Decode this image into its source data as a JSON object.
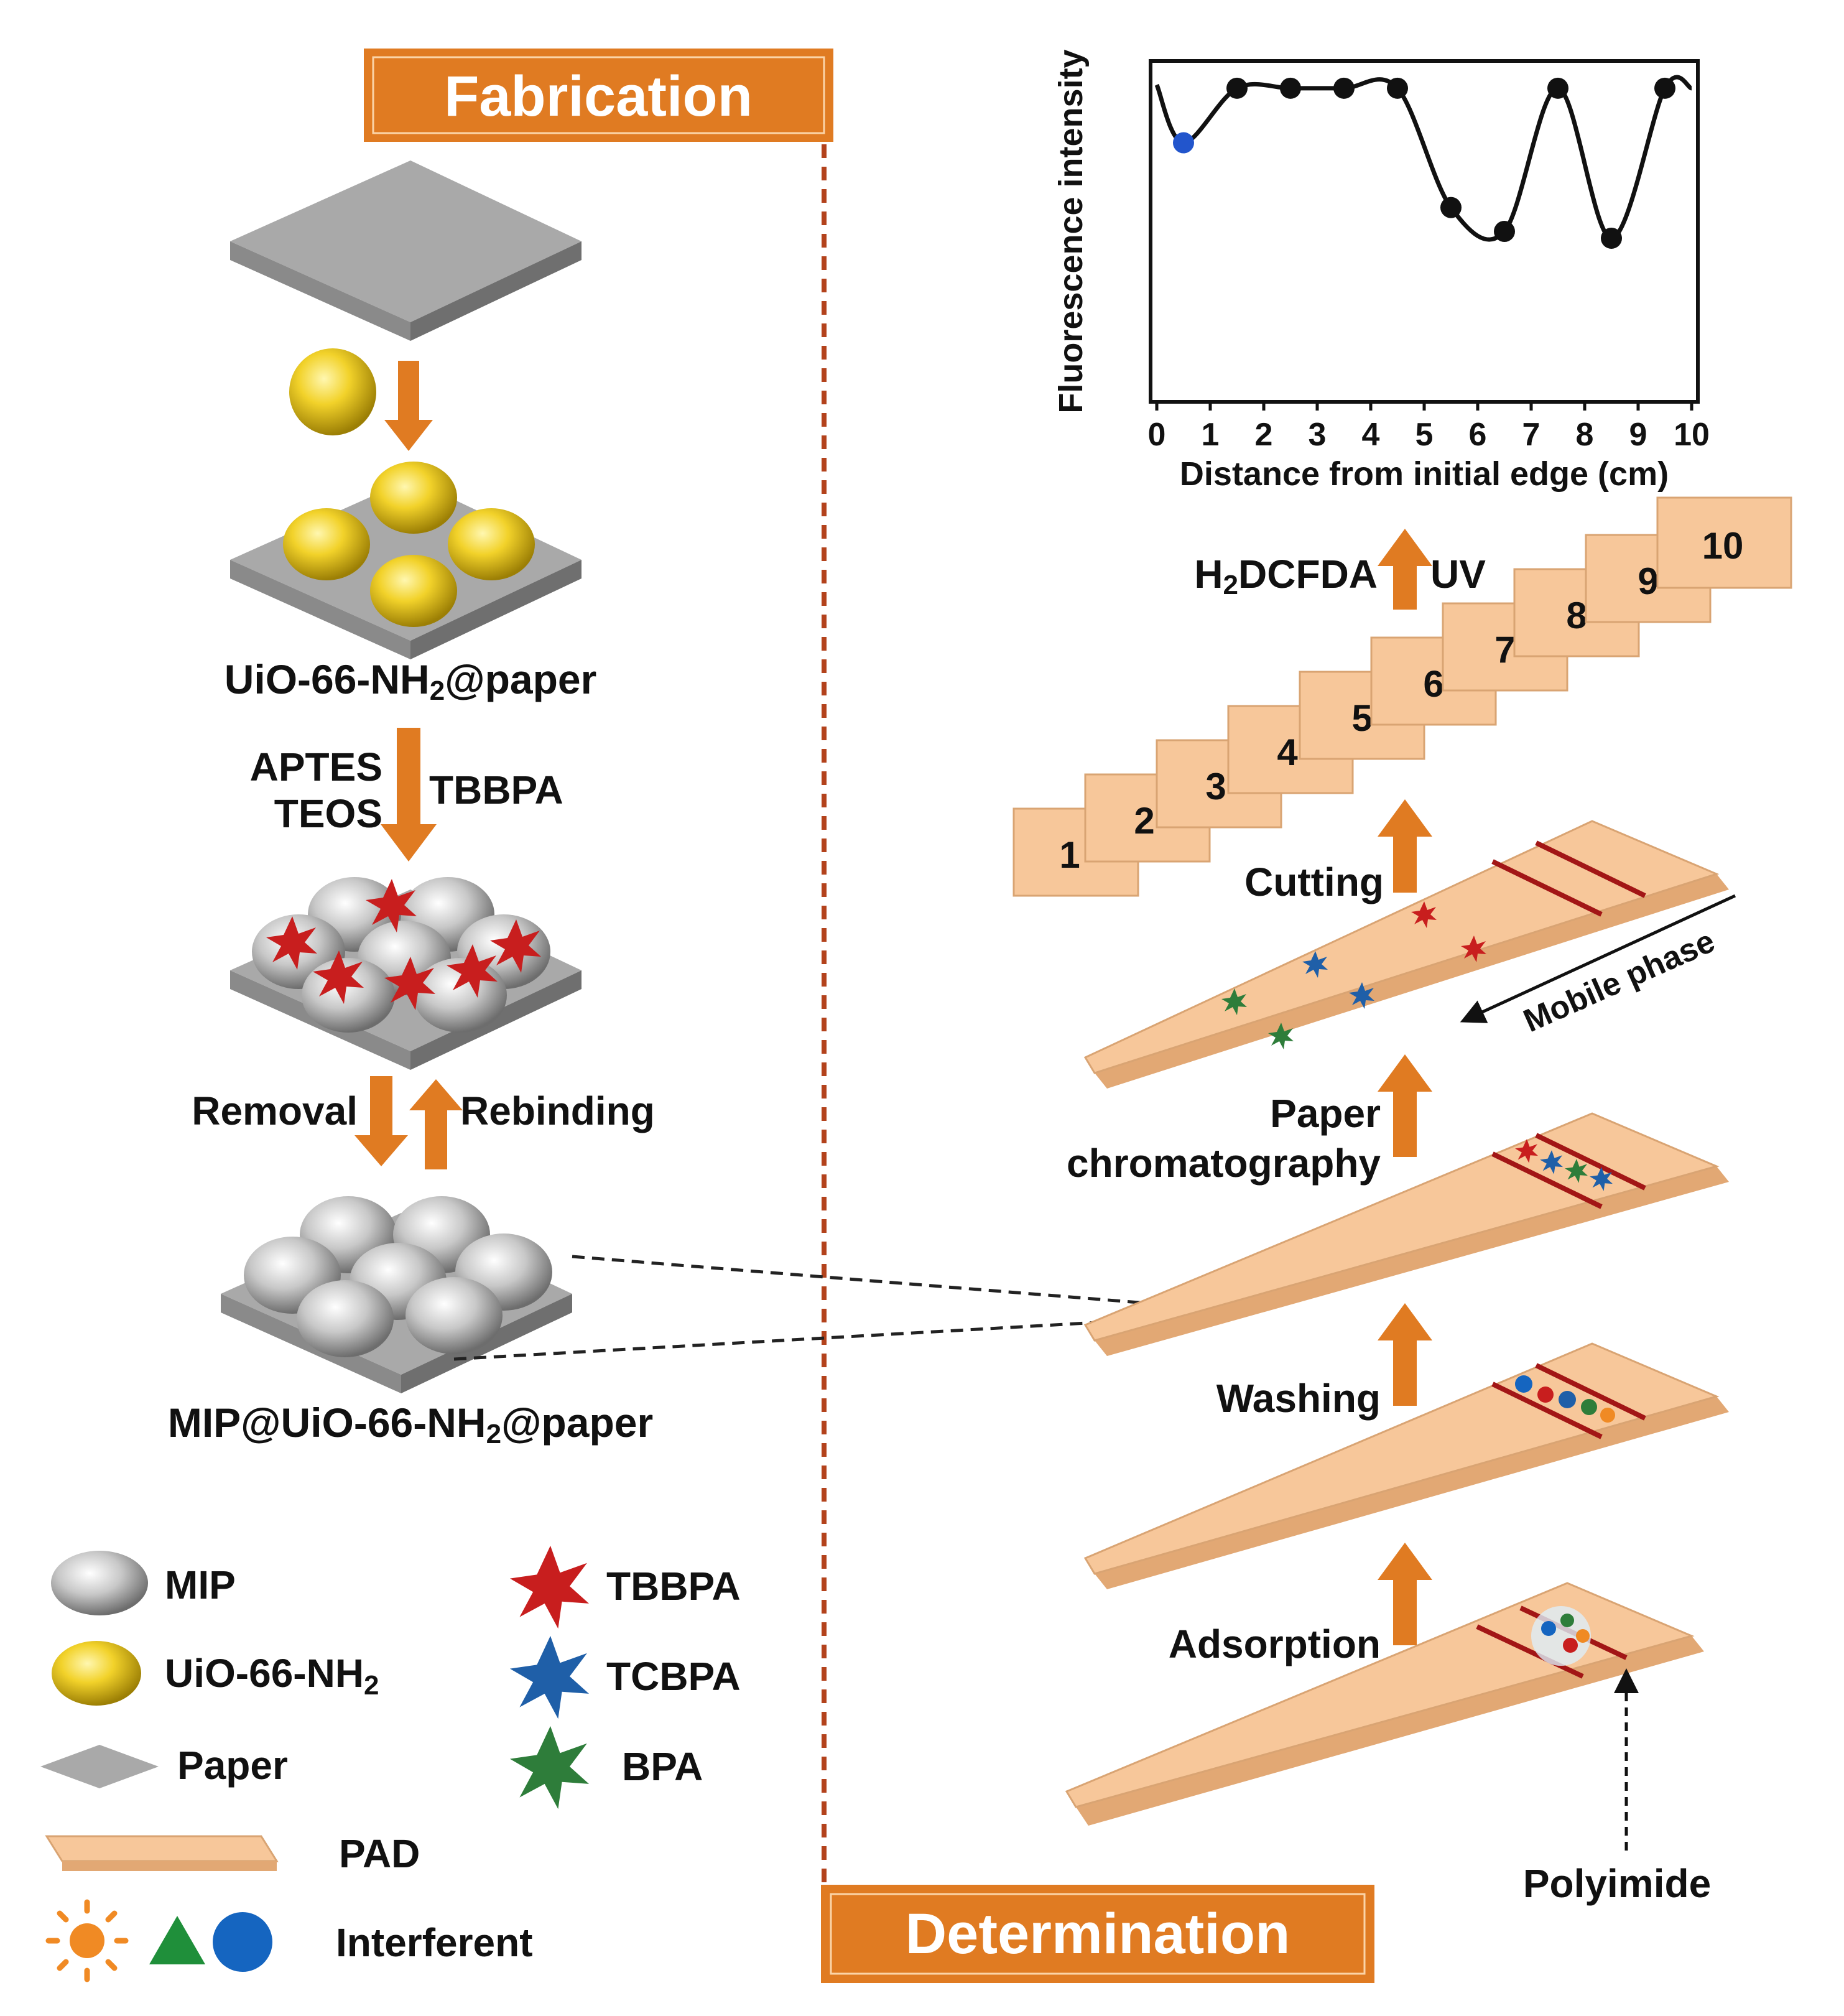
{
  "headers": {
    "fabrication": "Fabrication",
    "determination": "Determination"
  },
  "fabrication": {
    "uio_paper_label": "UiO-66-NH",
    "uio_paper_sub": "2",
    "uio_paper_tail": "@paper",
    "step_reagents_left_1": "APTES",
    "step_reagents_left_2": "TEOS",
    "step_reagent_right": "TBBPA",
    "removal": "Removal",
    "rebinding": "Rebinding",
    "mip_label": "MIP@UiO-66-NH",
    "mip_sub": "2",
    "mip_tail": "@paper"
  },
  "legend": {
    "mip": "MIP",
    "uio": "UiO-66-NH",
    "uio_sub": "2",
    "paper": "Paper",
    "pad": "PAD",
    "interferent": "Interferent",
    "tbbpa": "TBBPA",
    "tcbpa": "TCBPA",
    "bpa": "BPA",
    "colors": {
      "tbbpa": "#c81e1e",
      "tcbpa": "#1f5fa8",
      "bpa": "#2e7d3a",
      "interferent_sun": "#f08a24",
      "interferent_triangle": "#1f8f3a",
      "interferent_circle": "#1565c0"
    }
  },
  "determination": {
    "adsorption": "Adsorption",
    "washing": "Washing",
    "paper_chrom_1": "Paper",
    "paper_chrom_2": "chromatography",
    "mobile_phase": "Mobile phase",
    "cutting": "Cutting",
    "h2dcfda_pre": "H",
    "h2dcfda_sub": "2",
    "h2dcfda_post": "DCFDA",
    "uv": "UV",
    "polyimide": "Polyimide",
    "pieces": [
      "1",
      "2",
      "3",
      "4",
      "5",
      "6",
      "7",
      "8",
      "9",
      "10"
    ]
  },
  "chart_data": {
    "type": "line",
    "ylabel": "Fluorescence intensity",
    "xlabel": "Distance from initial edge (cm)",
    "xlim": [
      0,
      10
    ],
    "x_ticks": [
      "0",
      "1",
      "2",
      "3",
      "4",
      "5",
      "6",
      "7",
      "8",
      "9",
      "10"
    ],
    "y_ticks_labeled": false,
    "series": [
      {
        "points": [
          [
            0.5,
            0.76
          ],
          [
            1.5,
            0.92
          ],
          [
            2.5,
            0.92
          ],
          [
            3.5,
            0.92
          ],
          [
            4.5,
            0.92
          ],
          [
            5.5,
            0.57
          ],
          [
            6.5,
            0.5
          ],
          [
            7.5,
            0.92
          ],
          [
            8.5,
            0.48
          ],
          [
            9.5,
            0.92
          ]
        ],
        "highlight_first_color": "#2255cc"
      }
    ]
  },
  "palette": {
    "accent_orange": "#e07b22",
    "pad_fill": "#f7c79a",
    "pad_stroke": "#d9a473",
    "paper_gray": "#a9a9a9",
    "gold": "#e2bf17",
    "divider": "#b3421c"
  }
}
